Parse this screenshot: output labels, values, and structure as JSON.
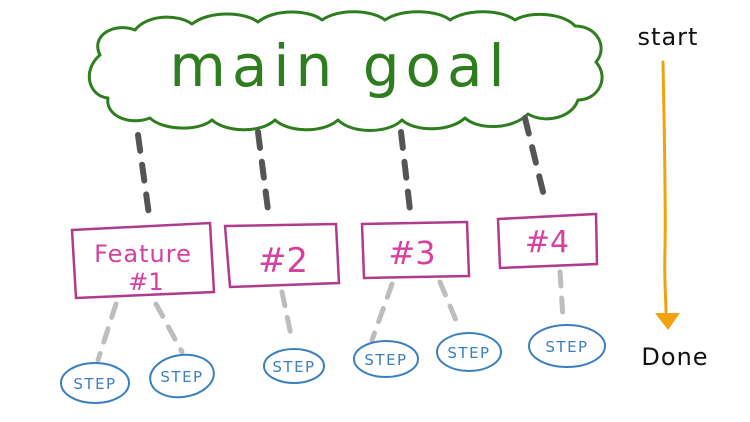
{
  "goal": {
    "label": "main goal"
  },
  "features": [
    {
      "line1": "Feature",
      "line2": "#1"
    },
    {
      "line1": "#2",
      "line2": ""
    },
    {
      "line1": "#3",
      "line2": ""
    },
    {
      "line1": "#4",
      "line2": ""
    }
  ],
  "steps": [
    "STEP",
    "STEP",
    "STEP",
    "STEP",
    "STEP",
    "STEP"
  ],
  "timeline": {
    "start_label": "start",
    "end_label": "Done"
  },
  "colors": {
    "goal": "#2e7d1e",
    "feature": "#b03a8c",
    "feature_text": "#d6409f",
    "step": "#3a7fc0",
    "goal_connector": "#555555",
    "step_connector": "#bdbdbd",
    "timeline_arrow": "#f2a20f",
    "timeline_text": "#111111"
  }
}
